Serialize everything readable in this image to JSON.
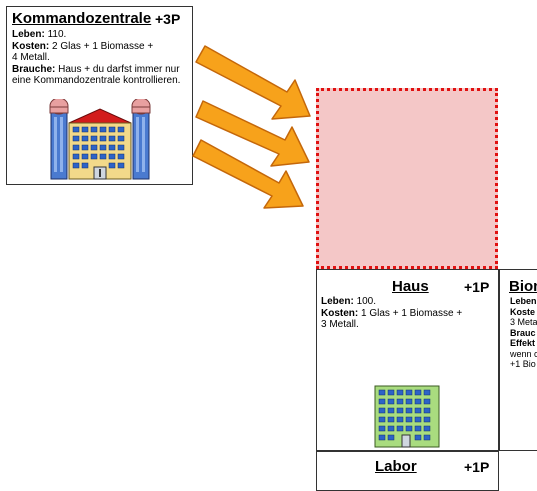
{
  "cards": {
    "kommandozentrale": {
      "title": "Kommandozentrale",
      "points": "+3P",
      "leben_label": "Leben:",
      "leben_value": "110.",
      "kosten_label": "Kosten:",
      "kosten_value": "2 Glas + 1 Biomasse +",
      "kosten_value2": "4 Metall.",
      "brauche_label": "Brauche:",
      "brauche_value": "Haus + du darfst immer nur",
      "brauche_value2": "eine Kommandozentrale kontrollieren."
    },
    "haus": {
      "title": "Haus",
      "points": "+1P",
      "leben_label": "Leben:",
      "leben_value": "100.",
      "kosten_label": "Kosten:",
      "kosten_value": "1 Glas + 1 Biomasse +",
      "kosten_value2": "3 Metall."
    },
    "bio_partial": {
      "title": "Bion",
      "line1": "Leben",
      "line2": "Koste",
      "line3": "3 Meta",
      "line4": "Brauc",
      "line5": "Effekt",
      "line6": "wenn c",
      "line7": "+1 Bio"
    },
    "labor_partial": {
      "title": "Labor",
      "points": "+1P"
    }
  },
  "colors": {
    "arrow_fill": "#f7a21b",
    "arrow_stroke": "#c4670a",
    "slot_fill": "#f4c7c7",
    "slot_border": "#e01010"
  },
  "icons": {
    "arrow": "arrow-right-icon",
    "building_command": "command-center-icon",
    "building_house": "house-building-icon"
  }
}
